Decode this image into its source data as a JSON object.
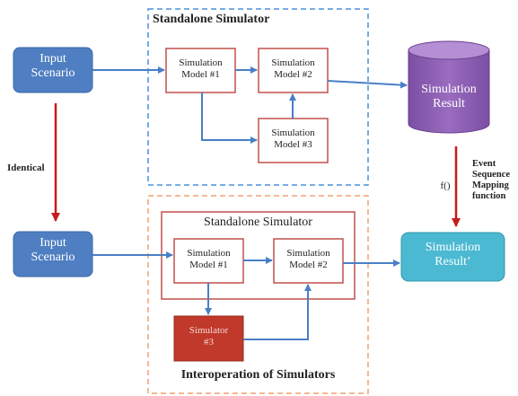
{
  "top_section": {
    "title": "Standalone Simulator"
  },
  "top_input": {
    "line1": "Input",
    "line2": "Scenario"
  },
  "top_models": [
    {
      "line1": "Simulation",
      "line2": "Model #1"
    },
    {
      "line1": "Simulation",
      "line2": "Model #2"
    },
    {
      "line1": "Simulation",
      "line2": "Model #3"
    }
  ],
  "result_db": {
    "line1": "Simulation",
    "line2": "Result"
  },
  "identical_label": "Identical",
  "mapping": {
    "fn": "f()",
    "line1": "Event",
    "line2": "Sequence",
    "line3": "Mapping",
    "line4": "function"
  },
  "bottom_section": {
    "title": "Interoperation of Simulators",
    "inner_title": "Standalone Simulator"
  },
  "bottom_input": {
    "line1": "Input",
    "line2": "Scenario"
  },
  "bottom_models": [
    {
      "line1": "Simulation",
      "line2": "Model #1"
    },
    {
      "line1": "Simulation",
      "line2": "Model #2"
    }
  ],
  "simulator3": {
    "line1": "Simulator",
    "line2": "#3"
  },
  "result_prime": {
    "line1": "Simulation",
    "line2": "Result’"
  },
  "colors": {
    "blue_fill": "#4f7fc2",
    "model_border": "#c0504d",
    "purple": "#8a5fb0",
    "teal": "#4bb9d1",
    "red_fill": "#c0392b",
    "blue_dash": "#4a90d9",
    "orange_dash": "#f0a070",
    "arrow_blue": "#4a7fc7",
    "arrow_red": "#c41c1c"
  }
}
